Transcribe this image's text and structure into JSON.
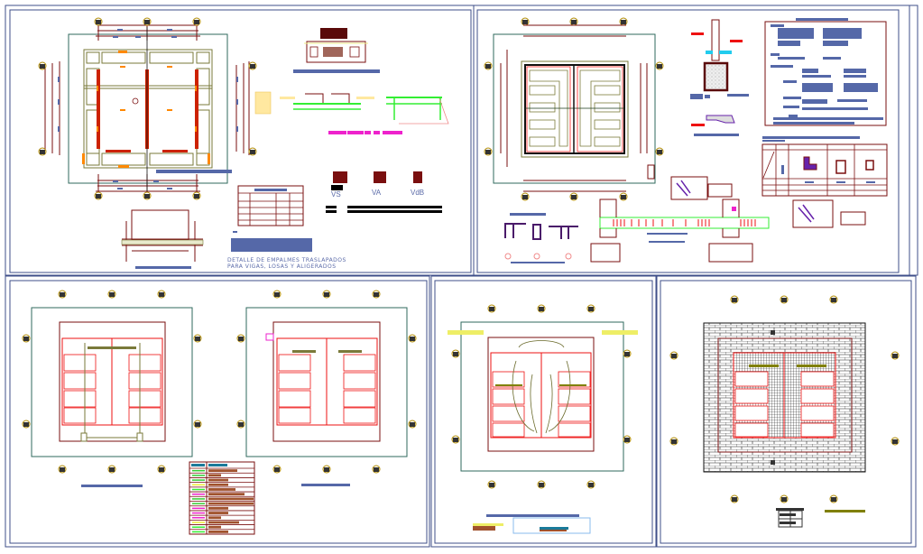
{
  "sheet": {
    "type": "structural and sanitary plans — CAD drawing sheet",
    "colors": {
      "frame": "#3f4f8a",
      "wall": "#7a0f0f",
      "annotation": "#5568a8",
      "site_boundary": "#2f6a5e",
      "footing": "#7a7a3a",
      "column": "#cc2200",
      "orange_mark": "#ff8800",
      "rebar_green": "#33ee33",
      "magenta": "#ee22cc",
      "cyan": "#22ccee",
      "yellow": "#eeee66",
      "brick": "#333333",
      "olive": "#808000",
      "brown_bar": "#a0522d"
    }
  },
  "panels": [
    {
      "id": "foundation",
      "drawings": [
        {
          "name": "foundation-plan"
        },
        {
          "name": "elevation-view"
        },
        {
          "name": "beam-rebar-detail"
        },
        {
          "name": "footing-section"
        },
        {
          "name": "beam-sections",
          "labels": [
            "VS",
            "VA",
            "VdB"
          ]
        },
        {
          "name": "rebar-schedule-table",
          "rows": 4,
          "cols": 4
        }
      ],
      "caption_lines": [
        "DETALLE DE EMPALMES TRASLAPADOS",
        "PARA VIGAS, LOSAS Y ALIGERADOS"
      ]
    },
    {
      "id": "slab",
      "drawings": [
        {
          "name": "roof-slab-plan"
        },
        {
          "name": "wall-footing-section"
        },
        {
          "name": "parapet-detail"
        },
        {
          "name": "general-notes-box"
        },
        {
          "name": "column-schedule-table"
        },
        {
          "name": "column-sections"
        },
        {
          "name": "tie-beam-elevation"
        },
        {
          "name": "hook-details"
        }
      ]
    },
    {
      "id": "sanitary",
      "drawings": [
        {
          "name": "drainage-plan"
        },
        {
          "name": "water-supply-plan"
        },
        {
          "name": "legend-table",
          "rows": 14
        }
      ]
    },
    {
      "id": "electrical",
      "drawings": [
        {
          "name": "electrical-plan"
        },
        {
          "name": "single-line-diagram"
        }
      ]
    },
    {
      "id": "finishes",
      "drawings": [
        {
          "name": "floor-finish-plan"
        },
        {
          "name": "finish-table"
        }
      ]
    }
  ]
}
